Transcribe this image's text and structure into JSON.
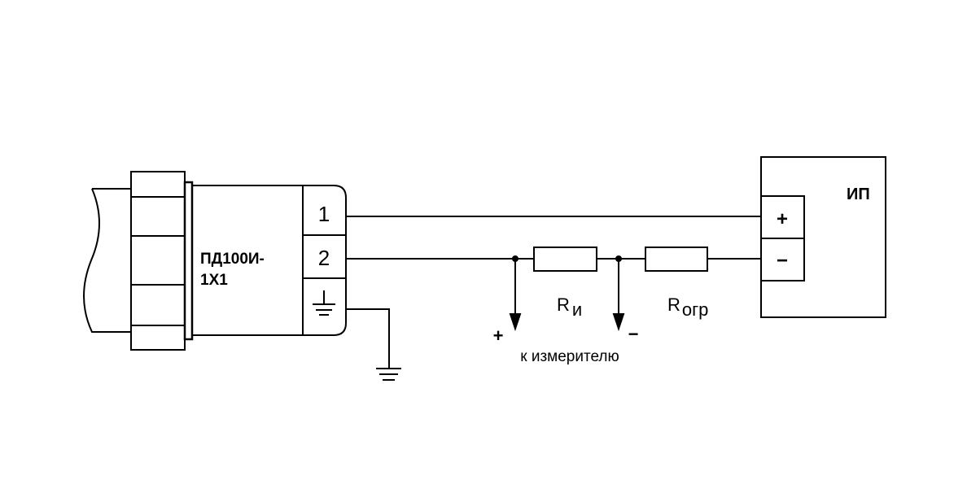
{
  "sensor": {
    "label_line1": "ПД100И-",
    "label_line2": "1Х1",
    "terminals": [
      "1",
      "2"
    ],
    "ground_terminal_icon": "ground-icon"
  },
  "power_supply": {
    "label": "ИП",
    "plus": "+",
    "minus": "−"
  },
  "resistors": {
    "measure": {
      "name": "R",
      "sub": "и"
    },
    "limit": {
      "name": "R",
      "sub": "огр"
    }
  },
  "meter": {
    "plus": "+",
    "minus": "−",
    "label": "к измерителю"
  },
  "colors": {
    "line": "#000000",
    "background": "#ffffff"
  }
}
